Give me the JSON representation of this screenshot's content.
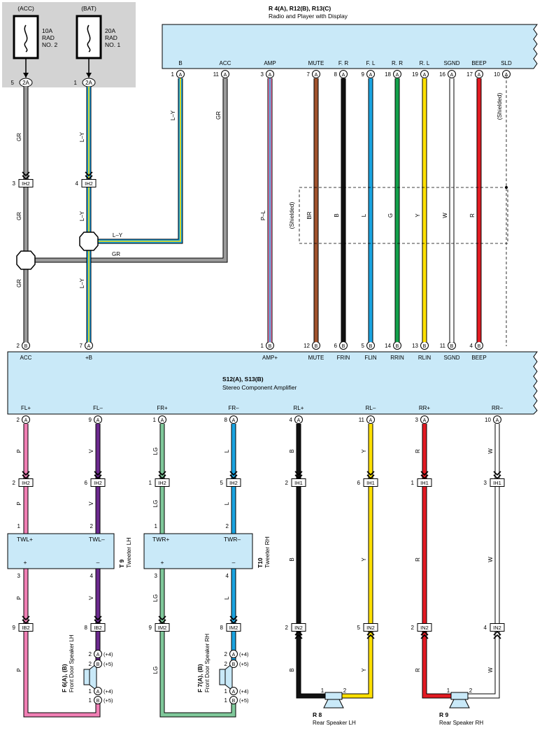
{
  "fuse_block": {
    "acc_source": "(ACC)",
    "bat_source": "(BAT)",
    "fuse1": {
      "rating": "10A",
      "name1": "RAD",
      "name2": "NO. 2",
      "conn": "2A",
      "pin": "5"
    },
    "fuse2": {
      "rating": "20A",
      "name1": "RAD",
      "name2": "NO. 1",
      "conn": "2A",
      "pin": "1"
    }
  },
  "radio": {
    "ref": "R 4(A), R12(B), R13(C)",
    "name": "Radio and Player with Display",
    "terminals": [
      {
        "label": "B",
        "pin": "1",
        "conn": "A"
      },
      {
        "label": "ACC",
        "pin": "11",
        "conn": "A"
      },
      {
        "label": "AMP",
        "pin": "3",
        "conn": "A"
      },
      {
        "label": "MUTE",
        "pin": "7",
        "conn": "A"
      },
      {
        "label": "F. R",
        "pin": "8",
        "conn": "A"
      },
      {
        "label": "F. L",
        "pin": "9",
        "conn": "A"
      },
      {
        "label": "R. R",
        "pin": "18",
        "conn": "A"
      },
      {
        "label": "R. L",
        "pin": "19",
        "conn": "A"
      },
      {
        "label": "SGND",
        "pin": "16",
        "conn": "A"
      },
      {
        "label": "BEEP",
        "pin": "17",
        "conn": "A"
      },
      {
        "label": "SLD",
        "pin": "10",
        "conn": "A"
      }
    ]
  },
  "amp": {
    "ref": "S12(A), S13(B)",
    "name": "Stereo Component Amplifier",
    "inputs": [
      {
        "label": "ACC",
        "pin": "2",
        "conn": "B"
      },
      {
        "label": "+B",
        "pin": "7",
        "conn": "A"
      },
      {
        "label": "AMP+",
        "pin": "1",
        "conn": "B"
      },
      {
        "label": "MUTE",
        "pin": "12",
        "conn": "B"
      },
      {
        "label": "FRIN",
        "pin": "6",
        "conn": "B"
      },
      {
        "label": "FLIN",
        "pin": "5",
        "conn": "B"
      },
      {
        "label": "RRIN",
        "pin": "14",
        "conn": "B"
      },
      {
        "label": "RLIN",
        "pin": "13",
        "conn": "B"
      },
      {
        "label": "SGND",
        "pin": "11",
        "conn": "B"
      },
      {
        "label": "BEEP",
        "pin": "4",
        "conn": "B"
      }
    ],
    "outputs": [
      {
        "label": "FL+",
        "pin": "2",
        "conn": "A"
      },
      {
        "label": "FL–",
        "pin": "9",
        "conn": "A"
      },
      {
        "label": "FR+",
        "pin": "1",
        "conn": "A"
      },
      {
        "label": "FR–",
        "pin": "8",
        "conn": "A"
      },
      {
        "label": "RL+",
        "pin": "4",
        "conn": "A"
      },
      {
        "label": "RL–",
        "pin": "11",
        "conn": "A"
      },
      {
        "label": "RR+",
        "pin": "3",
        "conn": "A"
      },
      {
        "label": "RR–",
        "pin": "10",
        "conn": "A"
      }
    ]
  },
  "wire_codes": {
    "gr": "GR",
    "ly": "L–Y",
    "pl": "P–L",
    "br": "BR",
    "b": "B",
    "l": "L",
    "g": "G",
    "y": "Y",
    "w": "W",
    "r": "R",
    "p": "P",
    "v": "V",
    "lg": "LG"
  },
  "wire_colors": {
    "GR": "#9a9a9a",
    "L": "#1aa3e0",
    "Y": "#ffe000",
    "P": "#f07fb4",
    "BR": "#a0522d",
    "B": "#111111",
    "G": "#13a04a",
    "W": "#ffffff",
    "R": "#e21a22",
    "V": "#6c2a8e",
    "LG": "#7fc89a"
  },
  "shielded_label": "(Shielded)",
  "junctions": {
    "ih2_gr": {
      "pin": "3",
      "id": "IH2"
    },
    "ih2_ly": {
      "pin": "4",
      "id": "IH2"
    }
  },
  "lower_connectors": [
    {
      "pin": "2",
      "id": "IH2"
    },
    {
      "pin": "6",
      "id": "IH2"
    },
    {
      "pin": "1",
      "id": "IH2"
    },
    {
      "pin": "5",
      "id": "IH2"
    },
    {
      "pin": "2",
      "id": "IH1"
    },
    {
      "pin": "6",
      "id": "IH1"
    },
    {
      "pin": "1",
      "id": "IH1"
    },
    {
      "pin": "3",
      "id": "IH1"
    }
  ],
  "bottom_connectors": [
    {
      "pin": "9",
      "id": "IB2"
    },
    {
      "pin": "8",
      "id": "IB2"
    },
    {
      "pin": "9",
      "id": "IM2"
    },
    {
      "pin": "8",
      "id": "IM2"
    },
    {
      "pin": "2",
      "id": "IN2"
    },
    {
      "pin": "5",
      "id": "IN2"
    },
    {
      "pin": "2",
      "id": "IN2"
    },
    {
      "pin": "4",
      "id": "IN2"
    }
  ],
  "tweeters": [
    {
      "ref": "T 9",
      "name": "Tweeter LH",
      "plus_label": "TWL+",
      "minus_label": "TWL–",
      "pin_plus_in": "1",
      "pin_minus_in": "2",
      "pin_plus_out": "3",
      "pin_minus_out": "4",
      "plus": "+",
      "minus": "–"
    },
    {
      "ref": "T10",
      "name": "Tweeter RH",
      "plus_label": "TWR+",
      "minus_label": "TWR–",
      "pin_plus_in": "1",
      "pin_minus_in": "2",
      "pin_plus_out": "3",
      "pin_minus_out": "4",
      "plus": "+",
      "minus": "–"
    }
  ],
  "door_speakers": [
    {
      "ref": "F 6(A), (B)",
      "name": "Front Door Speaker LH",
      "pins": [
        {
          "pin": "2",
          "conn": "A",
          "note": "(+4)"
        },
        {
          "pin": "2",
          "conn": "B",
          "note": "(+5)"
        },
        {
          "pin": "1",
          "conn": "A",
          "note": "(+4)"
        },
        {
          "pin": "1",
          "conn": "B",
          "note": "(+5)"
        }
      ]
    },
    {
      "ref": "F 7(A), (B)",
      "name": "Front Door Speaker RH",
      "pins": [
        {
          "pin": "2",
          "conn": "A",
          "note": "(+4)"
        },
        {
          "pin": "2",
          "conn": "B",
          "note": "(+5)"
        },
        {
          "pin": "1",
          "conn": "A",
          "note": "(+4)"
        },
        {
          "pin": "1",
          "conn": "B",
          "note": "(+5)"
        }
      ]
    }
  ],
  "rear_speakers": [
    {
      "ref": "R 8",
      "name": "Rear Speaker LH",
      "pin1": "1",
      "pin2": "2"
    },
    {
      "ref": "R 9",
      "name": "Rear Speaker RH",
      "pin1": "1",
      "pin2": "2"
    }
  ]
}
